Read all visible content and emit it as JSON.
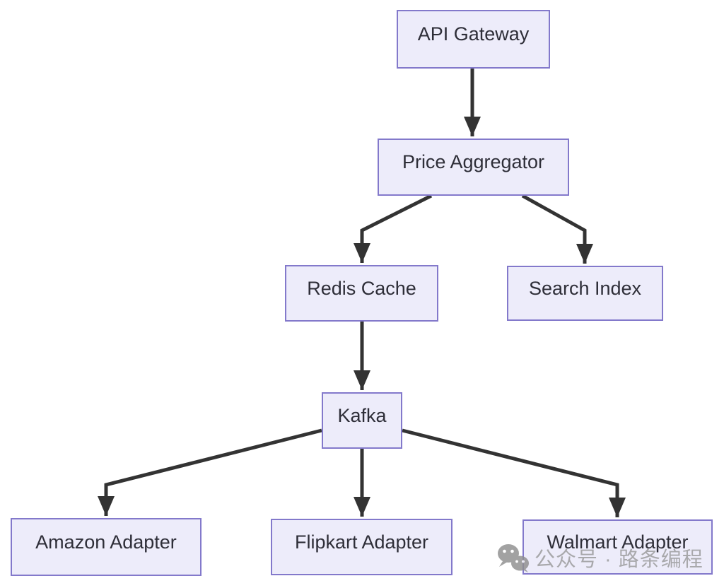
{
  "diagram": {
    "type": "flowchart",
    "direction": "top-down",
    "nodes": [
      {
        "id": "api-gateway",
        "label": "API Gateway"
      },
      {
        "id": "price-aggregator",
        "label": "Price Aggregator"
      },
      {
        "id": "redis-cache",
        "label": "Redis Cache"
      },
      {
        "id": "search-index",
        "label": "Search Index"
      },
      {
        "id": "kafka",
        "label": "Kafka"
      },
      {
        "id": "amazon-adapter",
        "label": "Amazon Adapter"
      },
      {
        "id": "flipkart-adapter",
        "label": "Flipkart Adapter"
      },
      {
        "id": "walmart-adapter",
        "label": "Walmart Adapter"
      }
    ],
    "edges": [
      {
        "from": "API Gateway",
        "to": "Price Aggregator"
      },
      {
        "from": "Price Aggregator",
        "to": "Redis Cache"
      },
      {
        "from": "Price Aggregator",
        "to": "Search Index"
      },
      {
        "from": "Redis Cache",
        "to": "Kafka"
      },
      {
        "from": "Kafka",
        "to": "Amazon Adapter"
      },
      {
        "from": "Kafka",
        "to": "Flipkart Adapter"
      },
      {
        "from": "Kafka",
        "to": "Walmart Adapter"
      }
    ]
  },
  "watermark": {
    "icon": "wechat-icon",
    "text": "公众号 · 路条编程"
  },
  "colors": {
    "node-fill": "#EDECFA",
    "node-border": "#8379CB",
    "edge-color": "#333333",
    "node-text": "#2E2E38",
    "watermark-color": "#9A9A9A"
  }
}
